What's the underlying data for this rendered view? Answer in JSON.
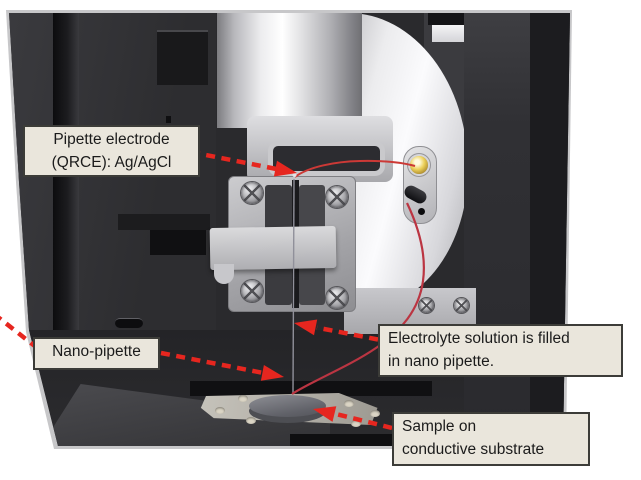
{
  "figure": {
    "type": "annotated-instrument-photo",
    "description": "Nanopipette scanning setup photo with callout annotations",
    "colors": {
      "annotation_red": "#e6261f",
      "wire_red": "#c43a3a",
      "label_bg": "#eae6dc",
      "label_border": "#3c3c38",
      "label_text": "#1b1b1b",
      "page_bg": "#ffffff"
    },
    "labels": {
      "pipette_electrode": {
        "line1": "Pipette electrode",
        "line2": "(QRCE): Ag/AgCl"
      },
      "nano_pipette": {
        "line1": "Nano-pipette"
      },
      "electrolyte": {
        "line1": "Electrolyte solution is filled",
        "line2": "in nano pipette."
      },
      "sample": {
        "line1": "Sample on",
        "line2": "conductive substrate"
      }
    }
  }
}
